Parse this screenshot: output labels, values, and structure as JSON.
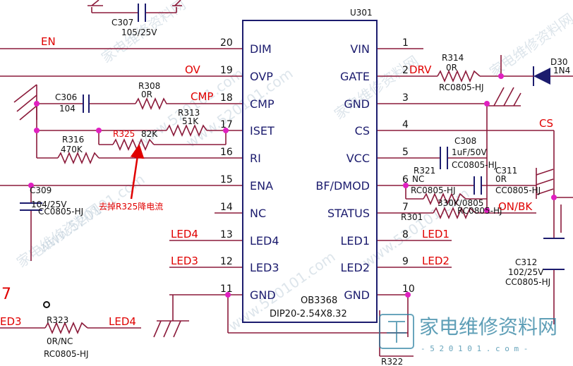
{
  "ic": {
    "ref": "U301",
    "part": "OB3368",
    "package": "DIP20-2.54X8.32",
    "left_pins": [
      {
        "num": "20",
        "name": "DIM"
      },
      {
        "num": "19",
        "name": "OVP"
      },
      {
        "num": "18",
        "name": "CMP"
      },
      {
        "num": "17",
        "name": "ISET"
      },
      {
        "num": "16",
        "name": "RI"
      },
      {
        "num": "15",
        "name": "ENA"
      },
      {
        "num": "14",
        "name": "NC"
      },
      {
        "num": "13",
        "name": "LED4"
      },
      {
        "num": "12",
        "name": "LED3"
      },
      {
        "num": "11",
        "name": "GND"
      }
    ],
    "right_pins": [
      {
        "num": "1",
        "name": "VIN"
      },
      {
        "num": "2",
        "name": "GATE"
      },
      {
        "num": "3",
        "name": "GND"
      },
      {
        "num": "4",
        "name": "CS"
      },
      {
        "num": "5",
        "name": "VCC"
      },
      {
        "num": "6",
        "name": "BF/DMOD"
      },
      {
        "num": "7",
        "name": "STATUS"
      },
      {
        "num": "8",
        "name": "LED1"
      },
      {
        "num": "9",
        "name": "LED2"
      },
      {
        "num": "10",
        "name": "GND"
      }
    ]
  },
  "nets": {
    "en": "EN",
    "ov": "OV",
    "cmp": "CMP",
    "drv": "DRV",
    "cs": "CS",
    "on_bk": "ON/BK",
    "led1": "LED1",
    "led2": "LED2",
    "led3": "LED3",
    "led4": "LED4",
    "led3_left": "ED3",
    "led4_bottom": "LED4",
    "partial_7": "7"
  },
  "components": {
    "c307": {
      "ref": "C307",
      "value": "105/25V"
    },
    "c306": {
      "ref": "C306",
      "value": "104"
    },
    "r308": {
      "ref": "R308",
      "value": "0R"
    },
    "r313": {
      "ref": "R313",
      "value": "51K"
    },
    "r325": {
      "ref": "R325",
      "value": "82K"
    },
    "r316": {
      "ref": "R316",
      "value": "470K"
    },
    "c309": {
      "ref": "C309",
      "value": "104/25V",
      "pkg": "CC0805-HJ"
    },
    "r323": {
      "ref": "R323",
      "value": "0R/NC",
      "pkg": "RC0805-HJ"
    },
    "r314": {
      "ref": "R314",
      "value": "0R",
      "pkg": "RC0805-HJ"
    },
    "d30": {
      "ref": "D30",
      "value": "1N4"
    },
    "c308": {
      "ref": "C308",
      "value": "1uF/50V",
      "pkg": "CC0805-HJ"
    },
    "r321": {
      "ref": "R321",
      "value": "NC",
      "pkg": "RC0805-HJ"
    },
    "c311": {
      "ref": "C311",
      "value": "0R",
      "pkg": "CC0805-HJ"
    },
    "r301": {
      "ref": "R301",
      "value": "330K/0805",
      "pkg": "RC0805-HJ"
    },
    "c312": {
      "ref": "C312",
      "value": "102/25V",
      "pkg": "CC0805-HJ"
    },
    "r322": {
      "ref": "R322"
    }
  },
  "annotation": "去掉R325降电流",
  "watermark": {
    "brand": "家电维修资料网",
    "url": "- 5 2 0 1 0 1 . c o m -",
    "tile_a": "家电维修资料网",
    "tile_b": "www.520101.com"
  },
  "colors": {
    "wire": "#8b1a3a",
    "ic_outline": "#1c1c6e",
    "net_label": "#e00000",
    "junction": "#e020c0",
    "annotation": "#e00000",
    "watermark": "#9fb6c8",
    "logo": "#2a7fa0"
  }
}
